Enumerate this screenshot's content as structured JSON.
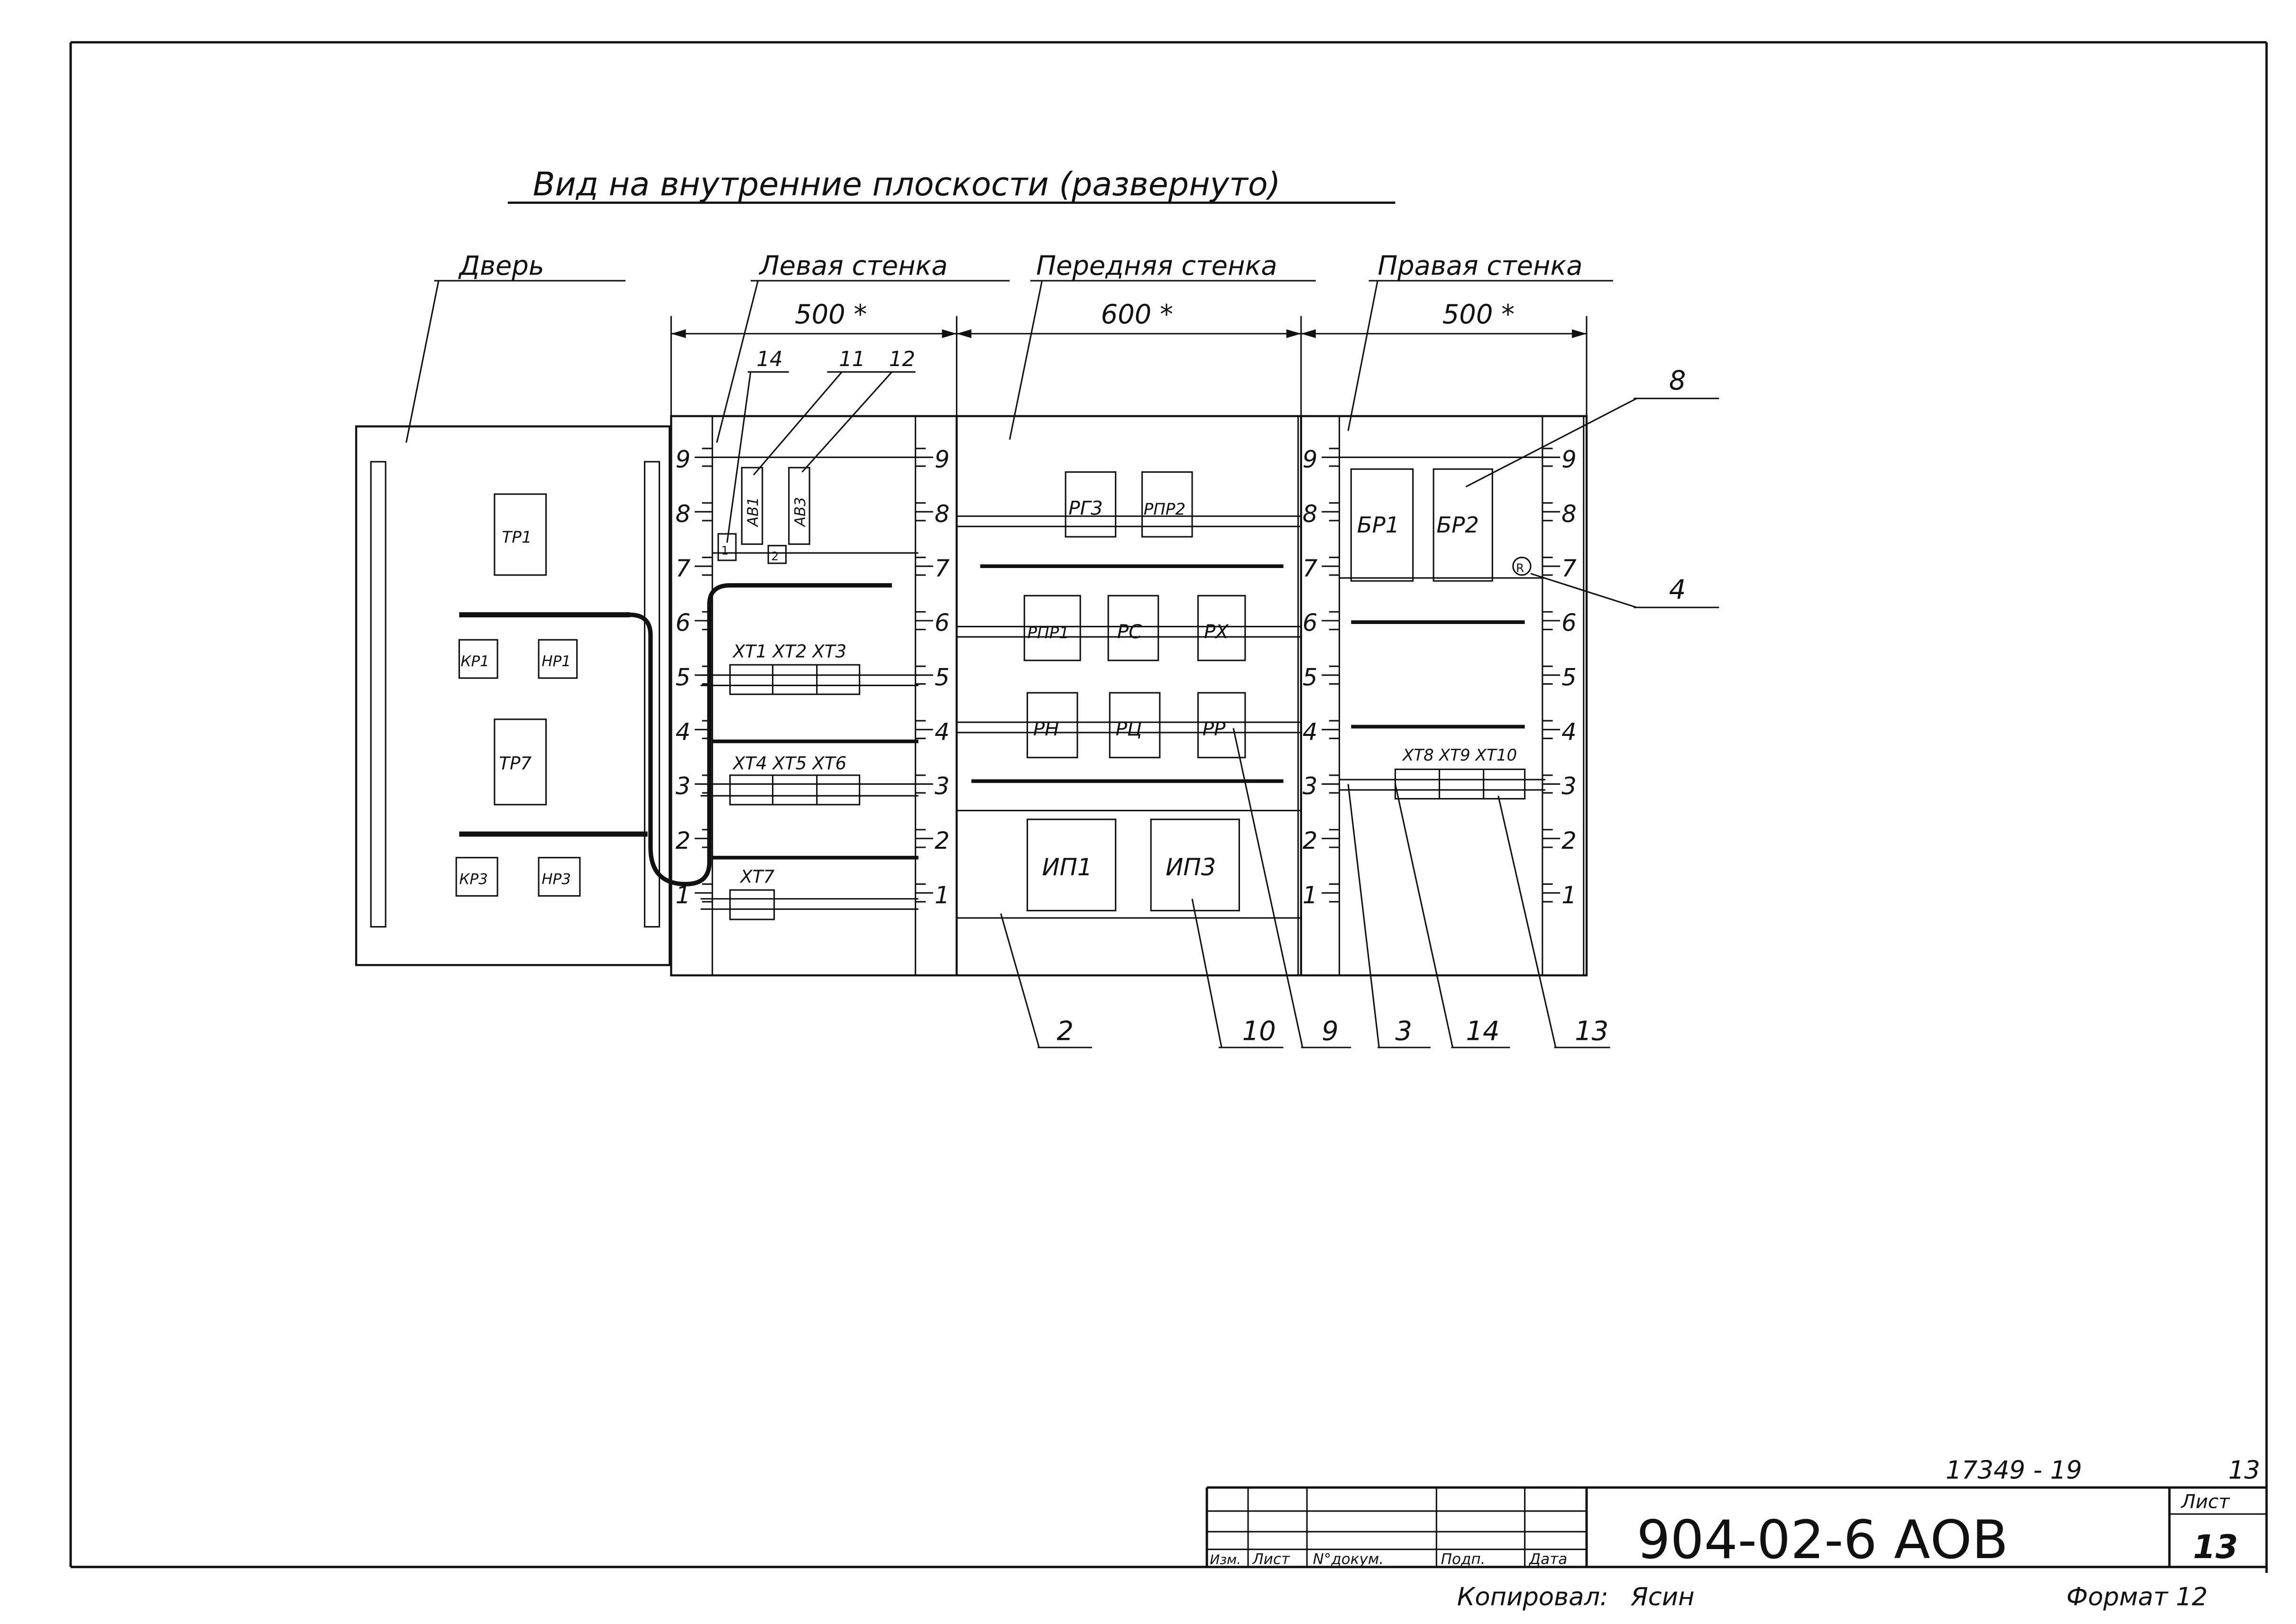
{
  "drawing": {
    "title": "Вид на внутренние плоскости (развернуто)",
    "sections": {
      "door": "Дверь",
      "left_wall": "Левая стенка",
      "front_wall": "Передняя стенка",
      "right_wall": "Правая стенка"
    },
    "dimensions": {
      "left": "500 *",
      "front": "600 *",
      "right": "500 *"
    },
    "scale_marks": [
      "1",
      "2",
      "3",
      "4",
      "5",
      "6",
      "7",
      "8",
      "9"
    ],
    "door_devices": [
      "ТР1",
      "КР1",
      "НР1",
      "ТР7",
      "КР3",
      "НР3"
    ],
    "left_wall_devices": [
      "АВ1",
      "АВ3",
      "1",
      "2"
    ],
    "left_terminals": [
      "ХТ1 ХТ2 ХТ3",
      "ХТ4 ХТ5 ХТ6",
      "ХТ7"
    ],
    "front_devices": [
      "РГ3",
      "РПР2",
      "РПР1",
      "РС",
      "РХ",
      "РН",
      "РЦ",
      "РР",
      "ИП1",
      "ИП3"
    ],
    "right_devices": [
      "БР1",
      "БР2",
      "R"
    ],
    "right_terminals": "ХТ8 ХТ9 ХТ10",
    "callouts_top": [
      "14",
      "11",
      "12"
    ],
    "callouts_right": [
      "8",
      "4"
    ],
    "callouts_bottom": [
      "2",
      "10",
      "9",
      "3",
      "14",
      "13"
    ]
  },
  "title_block": {
    "inventory_no": "17349 - 19",
    "corner_sheet": "13",
    "headers": [
      "Изм.",
      "Лист",
      "N°докум.",
      "Подп.",
      "Дата"
    ],
    "designation": "904-02-6 АОВ",
    "sheet_label": "Лист",
    "sheet_number": "13",
    "copied_label": "Копировал:",
    "copied_signature": "Ясин",
    "format": "Формат 12"
  }
}
